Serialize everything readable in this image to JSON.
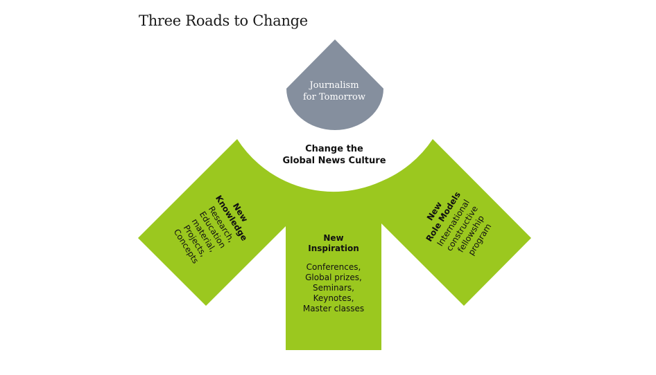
{
  "title": "Three Roads to Change",
  "top_shape": {
    "line1": "Journalism",
    "line2": "for Tomorrow",
    "color": "#858f9e"
  },
  "center": {
    "line1": "Change the",
    "line2": "Global News Culture"
  },
  "roads": {
    "color": "#9bc81f",
    "left": {
      "heading1": "New",
      "heading2": "Knowledge",
      "body": [
        "Research,",
        "Education",
        "material,",
        "Projects,",
        "Concepts"
      ]
    },
    "middle": {
      "heading1": "New",
      "heading2": "Inspiration",
      "body": [
        "Conferences,",
        "Global prizes,",
        "Seminars,",
        "Keynotes,",
        "Master classes"
      ]
    },
    "right": {
      "heading1": "New",
      "heading2": "Role Models",
      "body": [
        "International",
        "constructive",
        "fellowship",
        "program"
      ]
    }
  }
}
